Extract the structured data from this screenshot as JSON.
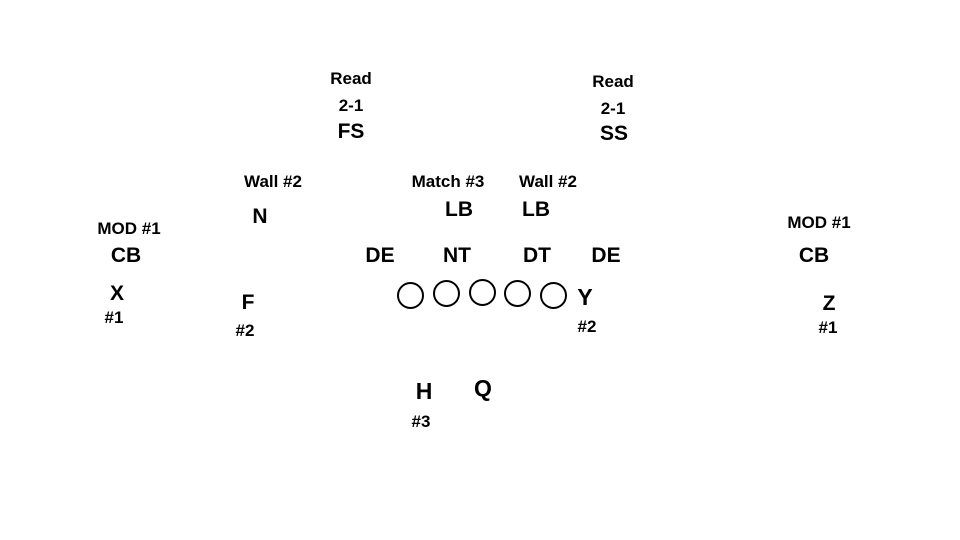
{
  "defense": {
    "fs": {
      "read": "Read",
      "rule": "2-1",
      "label": "FS"
    },
    "ss": {
      "read": "Read",
      "rule": "2-1",
      "label": "SS"
    },
    "nickel": {
      "assignment": "Wall #2",
      "label": "N"
    },
    "lb_left": {
      "assignment": "Match #3",
      "label": "LB"
    },
    "lb_right": {
      "assignment": "Wall #2",
      "label": "LB"
    },
    "cb_left": {
      "assignment": "MOD #1",
      "label": "CB"
    },
    "cb_right": {
      "assignment": "MOD #1",
      "label": "CB"
    },
    "line": {
      "de_left": "DE",
      "nt": "NT",
      "dt": "DT",
      "de_right": "DE"
    }
  },
  "offense": {
    "x": {
      "label": "X",
      "number": "#1"
    },
    "f": {
      "label": "F",
      "number": "#2"
    },
    "y": {
      "label": "Y",
      "number": "#2"
    },
    "z": {
      "label": "Z",
      "number": "#1"
    },
    "h": {
      "label": "H",
      "number": "#3"
    },
    "q": {
      "label": "Q"
    },
    "offensive_line_count": 5
  }
}
